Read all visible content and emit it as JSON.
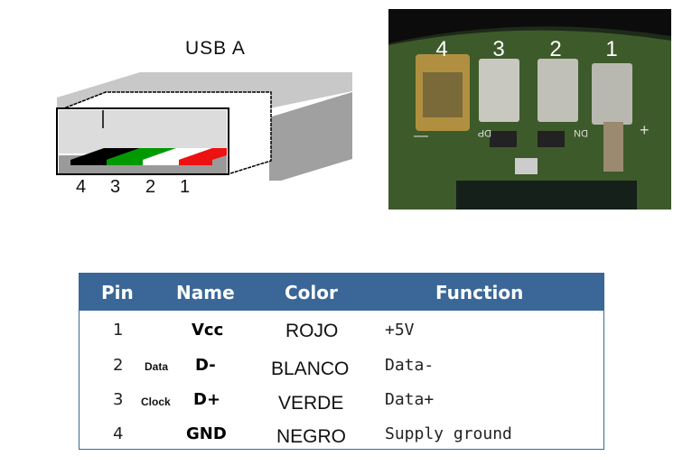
{
  "connector": {
    "title": "USB A",
    "pin_labels": [
      "4",
      "3",
      "2",
      "1"
    ],
    "wire_colors": [
      "#000000",
      "#009900",
      "#ffffff",
      "#ee1111"
    ]
  },
  "photo": {
    "pad_labels": [
      "4",
      "3",
      "2",
      "1"
    ],
    "silkscreen": [
      "DP",
      "DN",
      "—",
      "+"
    ]
  },
  "table": {
    "headers": [
      "Pin",
      "Name",
      "Color",
      "Function"
    ],
    "header_color": "#3a6797",
    "rows": [
      {
        "pin": "1",
        "note": "",
        "name": "Vcc",
        "color": "ROJO",
        "function": "+5V"
      },
      {
        "pin": "2",
        "note": "Data",
        "name": "D-",
        "color": "BLANCO",
        "function": "Data-"
      },
      {
        "pin": "3",
        "note": "Clock",
        "name": "D+",
        "color": "VERDE",
        "function": "Data+"
      },
      {
        "pin": "4",
        "note": "",
        "name": "GND",
        "color": "NEGRO",
        "function": "Supply ground"
      }
    ]
  }
}
